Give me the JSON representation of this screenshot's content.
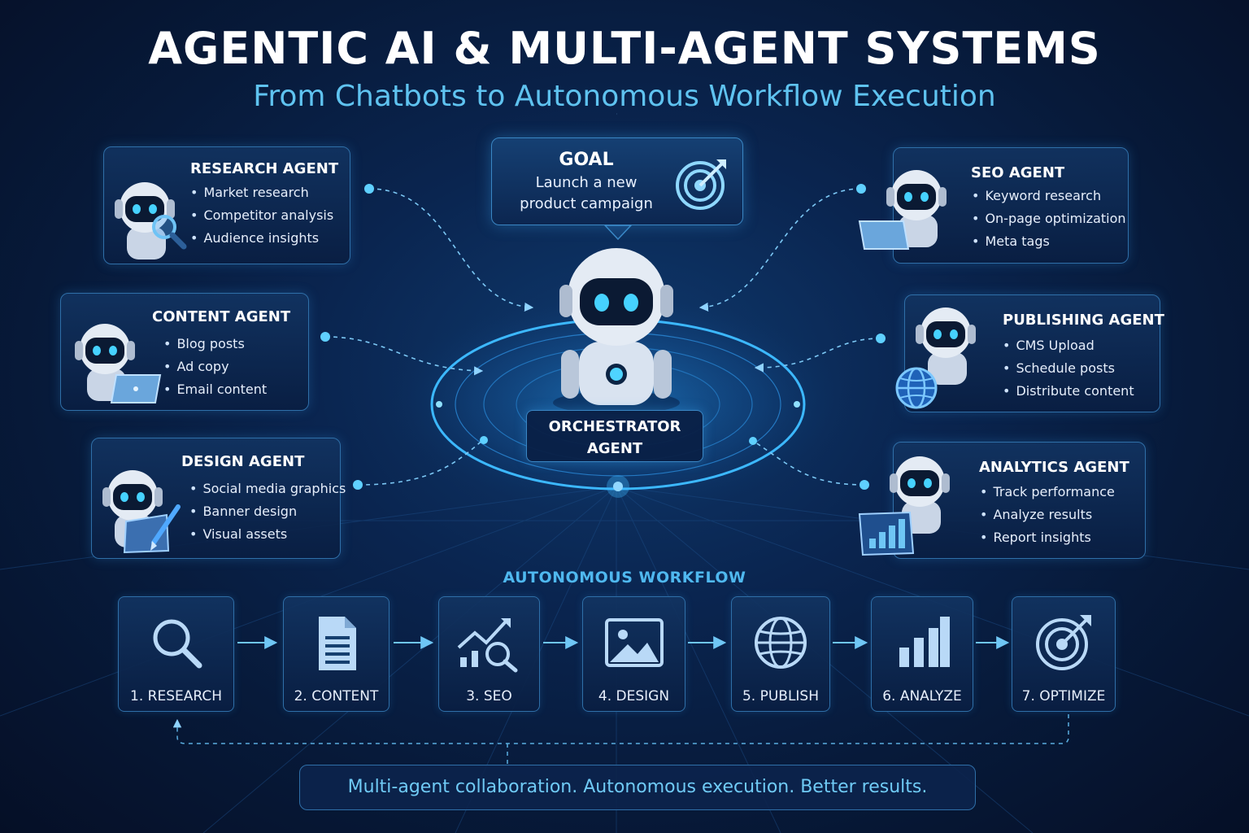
{
  "header": {
    "title": "AGENTIC AI & MULTI-AGENT SYSTEMS",
    "subtitle": "From Chatbots to Autonomous Workflow Execution"
  },
  "goal": {
    "title": "GOAL",
    "line1": "Launch a new",
    "line2": "product campaign"
  },
  "orchestrator": {
    "line1": "ORCHESTRATOR",
    "line2": "AGENT"
  },
  "agents": [
    {
      "name": "RESEARCH AGENT",
      "items": [
        "Market research",
        "Competitor analysis",
        "Audience insights"
      ],
      "icon": "magnifier-icon"
    },
    {
      "name": "CONTENT AGENT",
      "items": [
        "Blog posts",
        "Ad copy",
        "Email content"
      ],
      "icon": "laptop-icon"
    },
    {
      "name": "DESIGN AGENT",
      "items": [
        "Social media graphics",
        "Banner design",
        "Visual assets"
      ],
      "icon": "paintbrush-icon"
    },
    {
      "name": "SEO AGENT",
      "items": [
        "Keyword research",
        "On-page optimization",
        "Meta tags"
      ],
      "icon": "laptop-icon"
    },
    {
      "name": "PUBLISHING AGENT",
      "items": [
        "CMS Upload",
        "Schedule posts",
        "Distribute content"
      ],
      "icon": "globe-icon"
    },
    {
      "name": "ANALYTICS AGENT",
      "items": [
        "Track performance",
        "Analyze results",
        "Report insights"
      ],
      "icon": "bar-chart-icon"
    }
  ],
  "workflow": {
    "title": "AUTONOMOUS WORKFLOW",
    "steps": [
      {
        "label": "1. RESEARCH",
        "icon": "search-icon"
      },
      {
        "label": "2. CONTENT",
        "icon": "document-icon"
      },
      {
        "label": "3. SEO",
        "icon": "seo-trend-icon"
      },
      {
        "label": "4. DESIGN",
        "icon": "image-icon"
      },
      {
        "label": "5. PUBLISH",
        "icon": "globe-icon"
      },
      {
        "label": "6. ANALYZE",
        "icon": "bar-chart-icon"
      },
      {
        "label": "7. OPTIMIZE",
        "icon": "target-icon"
      }
    ]
  },
  "tagline": "Multi-agent collaboration. Autonomous execution. Better results.",
  "colors": {
    "background": "#071a3a",
    "accent": "#4fb8ef",
    "card_border": "#2f6fa8",
    "glow": "#39b6ff"
  }
}
